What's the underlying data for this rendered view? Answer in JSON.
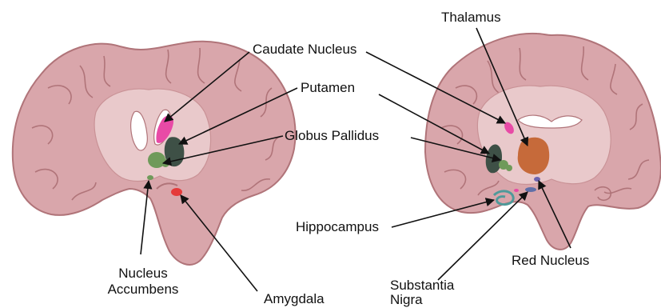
{
  "labels": {
    "caudate": "Caudate Nucleus",
    "putamen": "Putamen",
    "globus": "Globus Pallidus",
    "thalamus": "Thalamus",
    "hippocampus": "Hippocampus",
    "red_nucleus": "Red Nucleus",
    "accumbens_1": "Nucleus",
    "accumbens_2": "Accumbens",
    "amygdala": "Amygdala",
    "substantia_1": "Substantia",
    "substantia_2": "Nigra"
  },
  "colors": {
    "cortex": "#d9a6ab",
    "cortex_outline": "#b07479",
    "white_matter": "#e9c9cb",
    "caudate": "#e84aa6",
    "putamen": "#3e5046",
    "globus": "#6f9a5a",
    "thalamus": "#c66a3a",
    "amygdala": "#e53a3a",
    "hippocampus": "#4f9a9a",
    "red_nucleus": "#6c63b0",
    "substantia": "#5f6fa8"
  }
}
